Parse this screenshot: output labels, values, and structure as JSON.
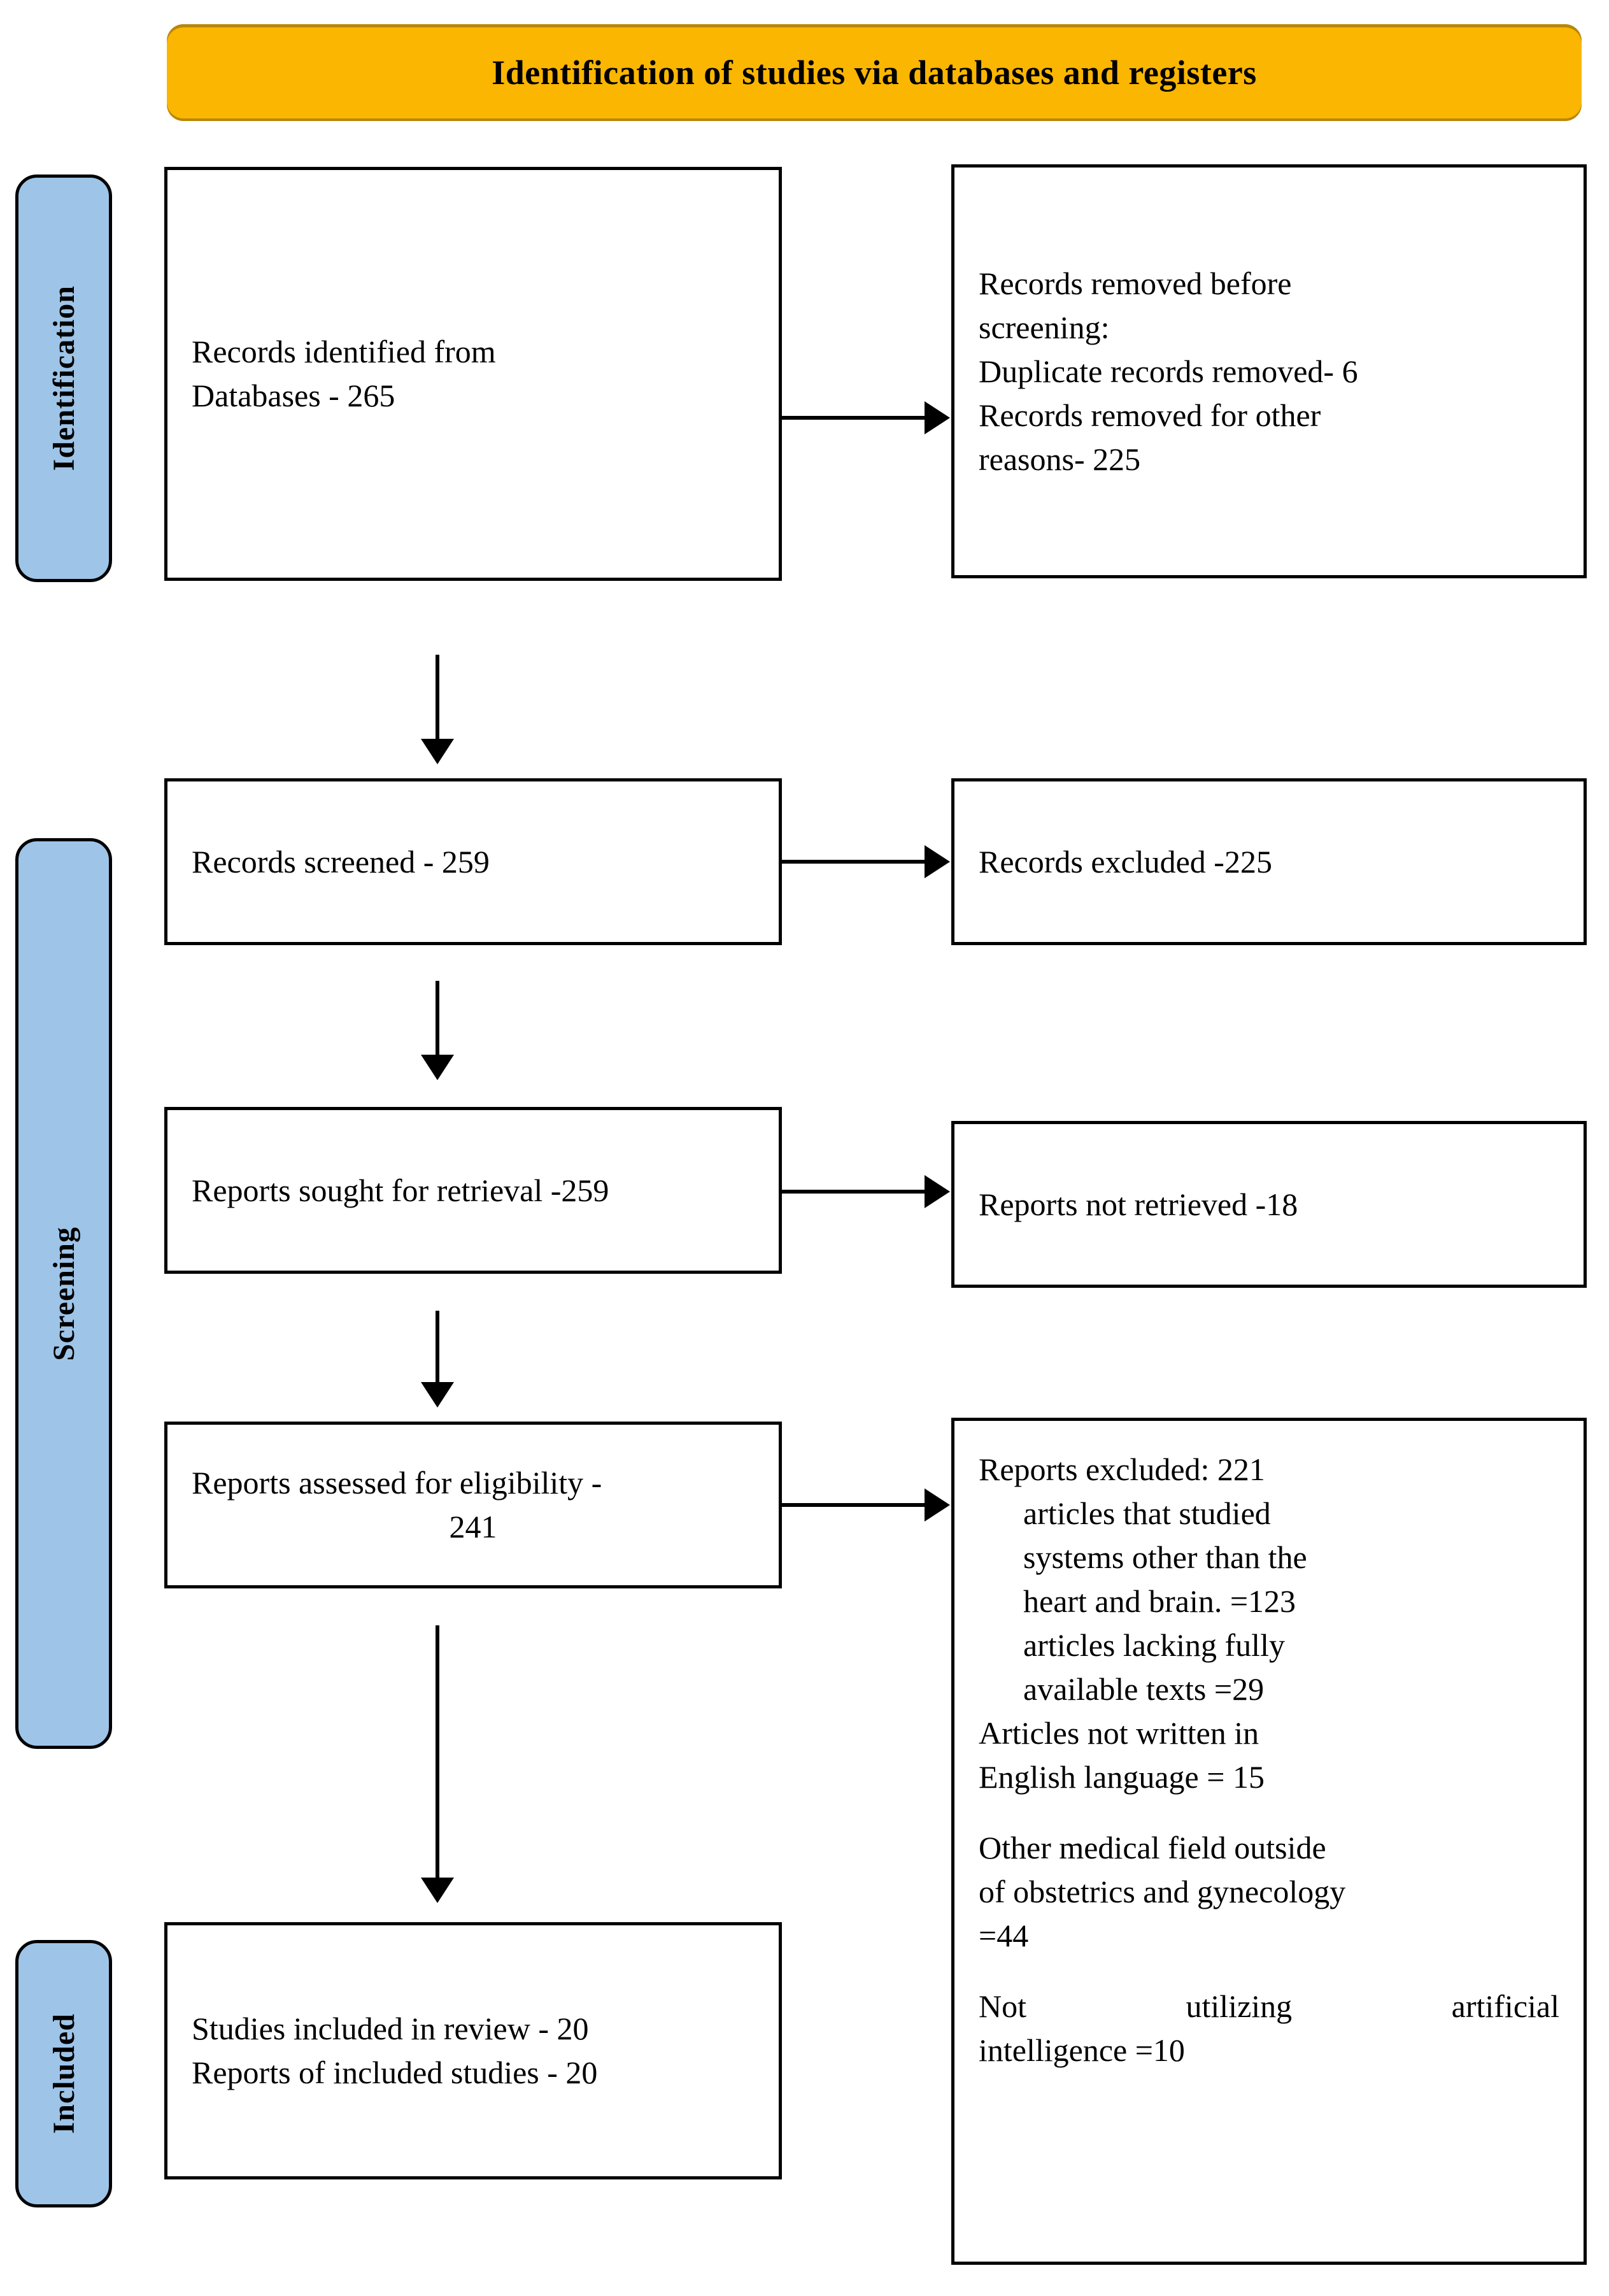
{
  "header": {
    "title": "Identification of studies via databases and registers",
    "background_color": "#FAB600",
    "border_color": "#B8860B"
  },
  "stages": [
    {
      "id": "identification",
      "label": "Identification",
      "color": "#9EC4E8"
    },
    {
      "id": "screening",
      "label": "Screening",
      "color": "#9EC4E8"
    },
    {
      "id": "included",
      "label": "Included",
      "color": "#9EC4E8"
    }
  ],
  "boxes": {
    "identified": {
      "lines": [
        "Records identified from",
        "Databases - 265"
      ]
    },
    "removed": {
      "lines": [
        "Records removed before",
        "screening:",
        "Duplicate records removed-  6",
        "Records removed for  other",
        "reasons- 225"
      ]
    },
    "screened": {
      "lines": [
        "Records screened - 259"
      ]
    },
    "excluded": {
      "lines": [
        "Records excluded -225"
      ]
    },
    "sought": {
      "lines": [
        "Reports sought for  retrieval -259"
      ]
    },
    "not_retrieved": {
      "lines": [
        "Reports not retrieved  -18"
      ]
    },
    "eligibility": {
      "lines": [
        "Reports assessed for eligibility -",
        "241"
      ]
    },
    "reports_excluded": {
      "lines": [
        "Reports excluded: 221",
        "articles that studied",
        "systems other than the",
        "heart and brain. =123",
        "articles lacking fully",
        "available texts =29",
        "Articles not written in",
        "English language = 15",
        "Other medical field outside",
        "of obstetrics and gynecology",
        "=44",
        "Not utilizing artificial",
        "intelligence =10"
      ]
    },
    "included": {
      "lines": [
        "Studies included in review - 20",
        "Reports of included studies - 20"
      ]
    }
  },
  "flow_data": {
    "type": "prisma-flow",
    "records_identified_databases": 265,
    "duplicate_records_removed": 6,
    "records_removed_other_reasons": 225,
    "records_screened": 259,
    "records_excluded": 225,
    "reports_sought_for_retrieval": 259,
    "reports_not_retrieved": 18,
    "reports_assessed_for_eligibility": 241,
    "reports_excluded_total": 221,
    "excluded_systems_other_than_heart_brain": 123,
    "excluded_lacking_fully_available_texts": 29,
    "excluded_not_english": 15,
    "excluded_other_medical_field": 44,
    "excluded_not_utilizing_ai": 10,
    "studies_included_in_review": 20,
    "reports_of_included_studies": 20
  }
}
